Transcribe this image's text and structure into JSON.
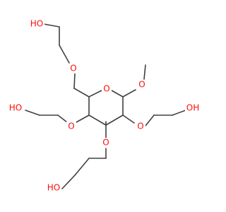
{
  "molecule": {
    "element_colors": {
      "O": "#ff0d0d",
      "C": "#404040"
    },
    "atoms": [
      {
        "id": "o_top_oh",
        "label": "HO"
      },
      {
        "id": "o_top_ether",
        "label": "O"
      },
      {
        "id": "o_ring",
        "label": "O"
      },
      {
        "id": "o_methoxy",
        "label": "O"
      },
      {
        "id": "o_left_ether",
        "label": "O"
      },
      {
        "id": "o_left_oh",
        "label": "HO"
      },
      {
        "id": "o_right_ether",
        "label": "O"
      },
      {
        "id": "o_right_oh",
        "label": "OH"
      },
      {
        "id": "o_bottom_ether",
        "label": "O"
      },
      {
        "id": "o_bottom_oh",
        "label": "HO"
      }
    ]
  }
}
